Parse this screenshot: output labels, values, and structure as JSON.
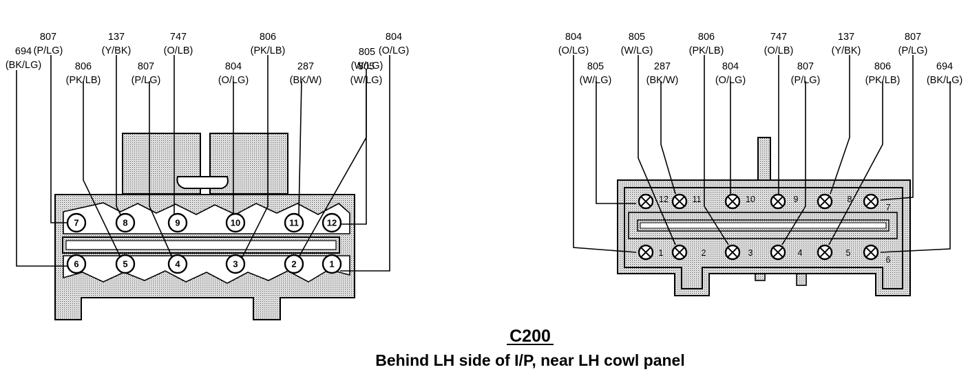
{
  "connector": {
    "id": "C200",
    "location": "Behind LH side of I/P, near LH cowl panel"
  },
  "left_view": {
    "pins": [
      {
        "pin": "1",
        "circuit": "804",
        "color": "(O/LG)"
      },
      {
        "pin": "2",
        "circuit": "805",
        "color": "(W/LG)"
      },
      {
        "pin": "3",
        "circuit": "806",
        "color": "(PK/LB)"
      },
      {
        "pin": "4",
        "circuit": "807",
        "color": "(P/LG)"
      },
      {
        "pin": "5",
        "circuit": "806",
        "color": "(PK/LB)"
      },
      {
        "pin": "6",
        "circuit": "694",
        "color": "(BK/LG)"
      },
      {
        "pin": "7",
        "circuit": "807",
        "color": "(P/LG)"
      },
      {
        "pin": "8",
        "circuit": "137",
        "color": "(Y/BK)"
      },
      {
        "pin": "9",
        "circuit": "747",
        "color": "(O/LB)"
      },
      {
        "pin": "10",
        "circuit": "804",
        "color": "(O/LG)"
      },
      {
        "pin": "11",
        "circuit": "287",
        "color": "(BK/W)"
      },
      {
        "pin": "12",
        "circuit": "805",
        "color": "(W/LG)"
      }
    ]
  },
  "right_view": {
    "pins": [
      {
        "pin": "1",
        "circuit": "804",
        "color": "(O/LG)"
      },
      {
        "pin": "2",
        "circuit": "805",
        "color": "(W/LG)"
      },
      {
        "pin": "3",
        "circuit": "806",
        "color": "(PK/LB)"
      },
      {
        "pin": "4",
        "circuit": "807",
        "color": "(P/LG)"
      },
      {
        "pin": "5",
        "circuit": "806",
        "color": "(PK/LB)"
      },
      {
        "pin": "6",
        "circuit": "694",
        "color": "(BK/LG)"
      },
      {
        "pin": "7",
        "circuit": "807",
        "color": "(P/LG)"
      },
      {
        "pin": "8",
        "circuit": "137",
        "color": "(Y/BK)"
      },
      {
        "pin": "9",
        "circuit": "747",
        "color": "(O/LB)"
      },
      {
        "pin": "10",
        "circuit": "804",
        "color": "(O/LG)"
      },
      {
        "pin": "11",
        "circuit": "287",
        "color": "(BK/W)"
      },
      {
        "pin": "12",
        "circuit": "805",
        "color": "(W/LG)"
      }
    ]
  }
}
